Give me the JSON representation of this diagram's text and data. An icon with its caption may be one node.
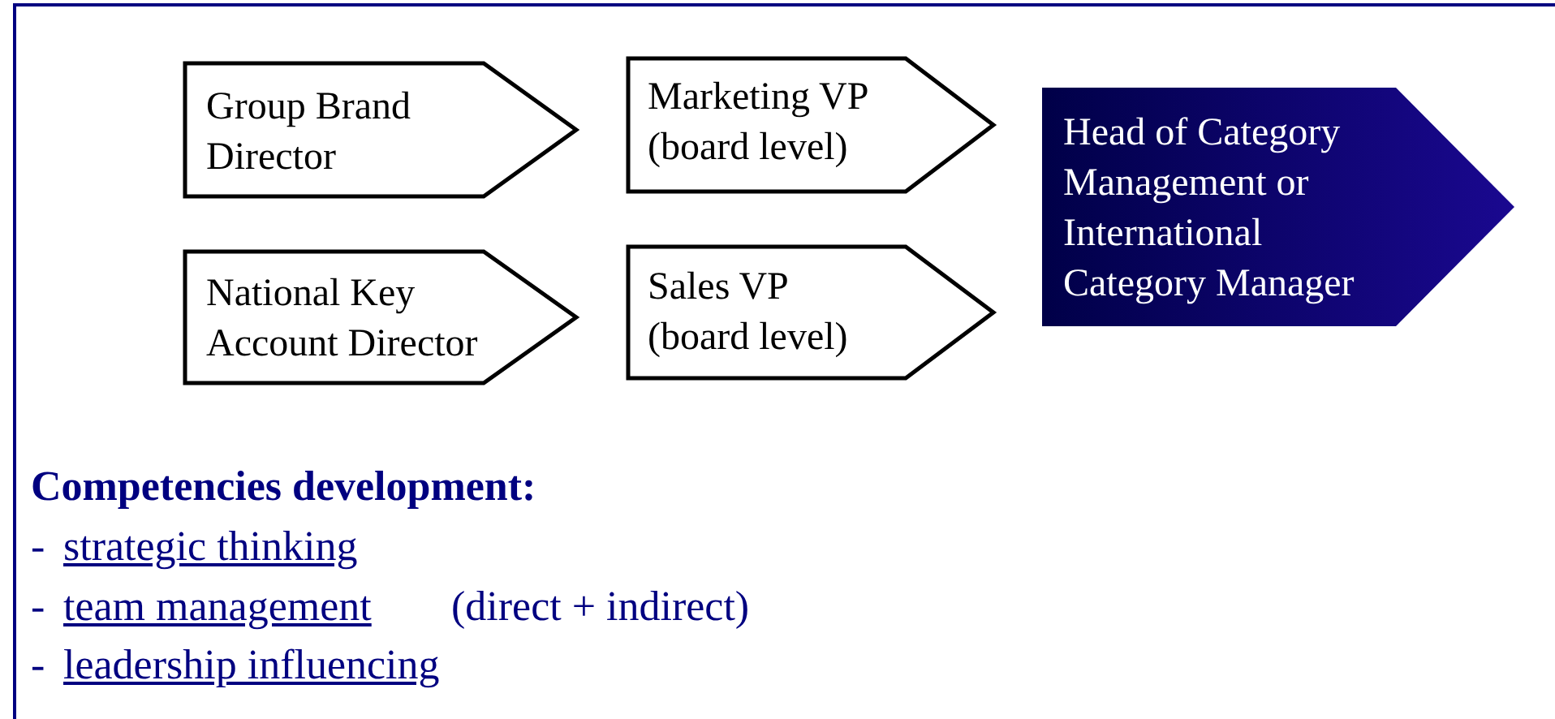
{
  "diagram": {
    "nodes": [
      {
        "text": [
          "Group Brand Director"
        ]
      },
      {
        "text": [
          "Marketing VP (board level)"
        ]
      },
      {
        "text": [
          "National Key Account Director"
        ]
      },
      {
        "text": [
          "Sales VP (board level)"
        ]
      },
      {
        "text": [
          "Head of Category Management or International Category Manager"
        ]
      }
    ],
    "labels": [
      "Competencies development:",
      "-",
      "strategic thinking",
      "-",
      "team management",
      "(direct + indirect)",
      "-",
      "leadership influencing"
    ]
  }
}
